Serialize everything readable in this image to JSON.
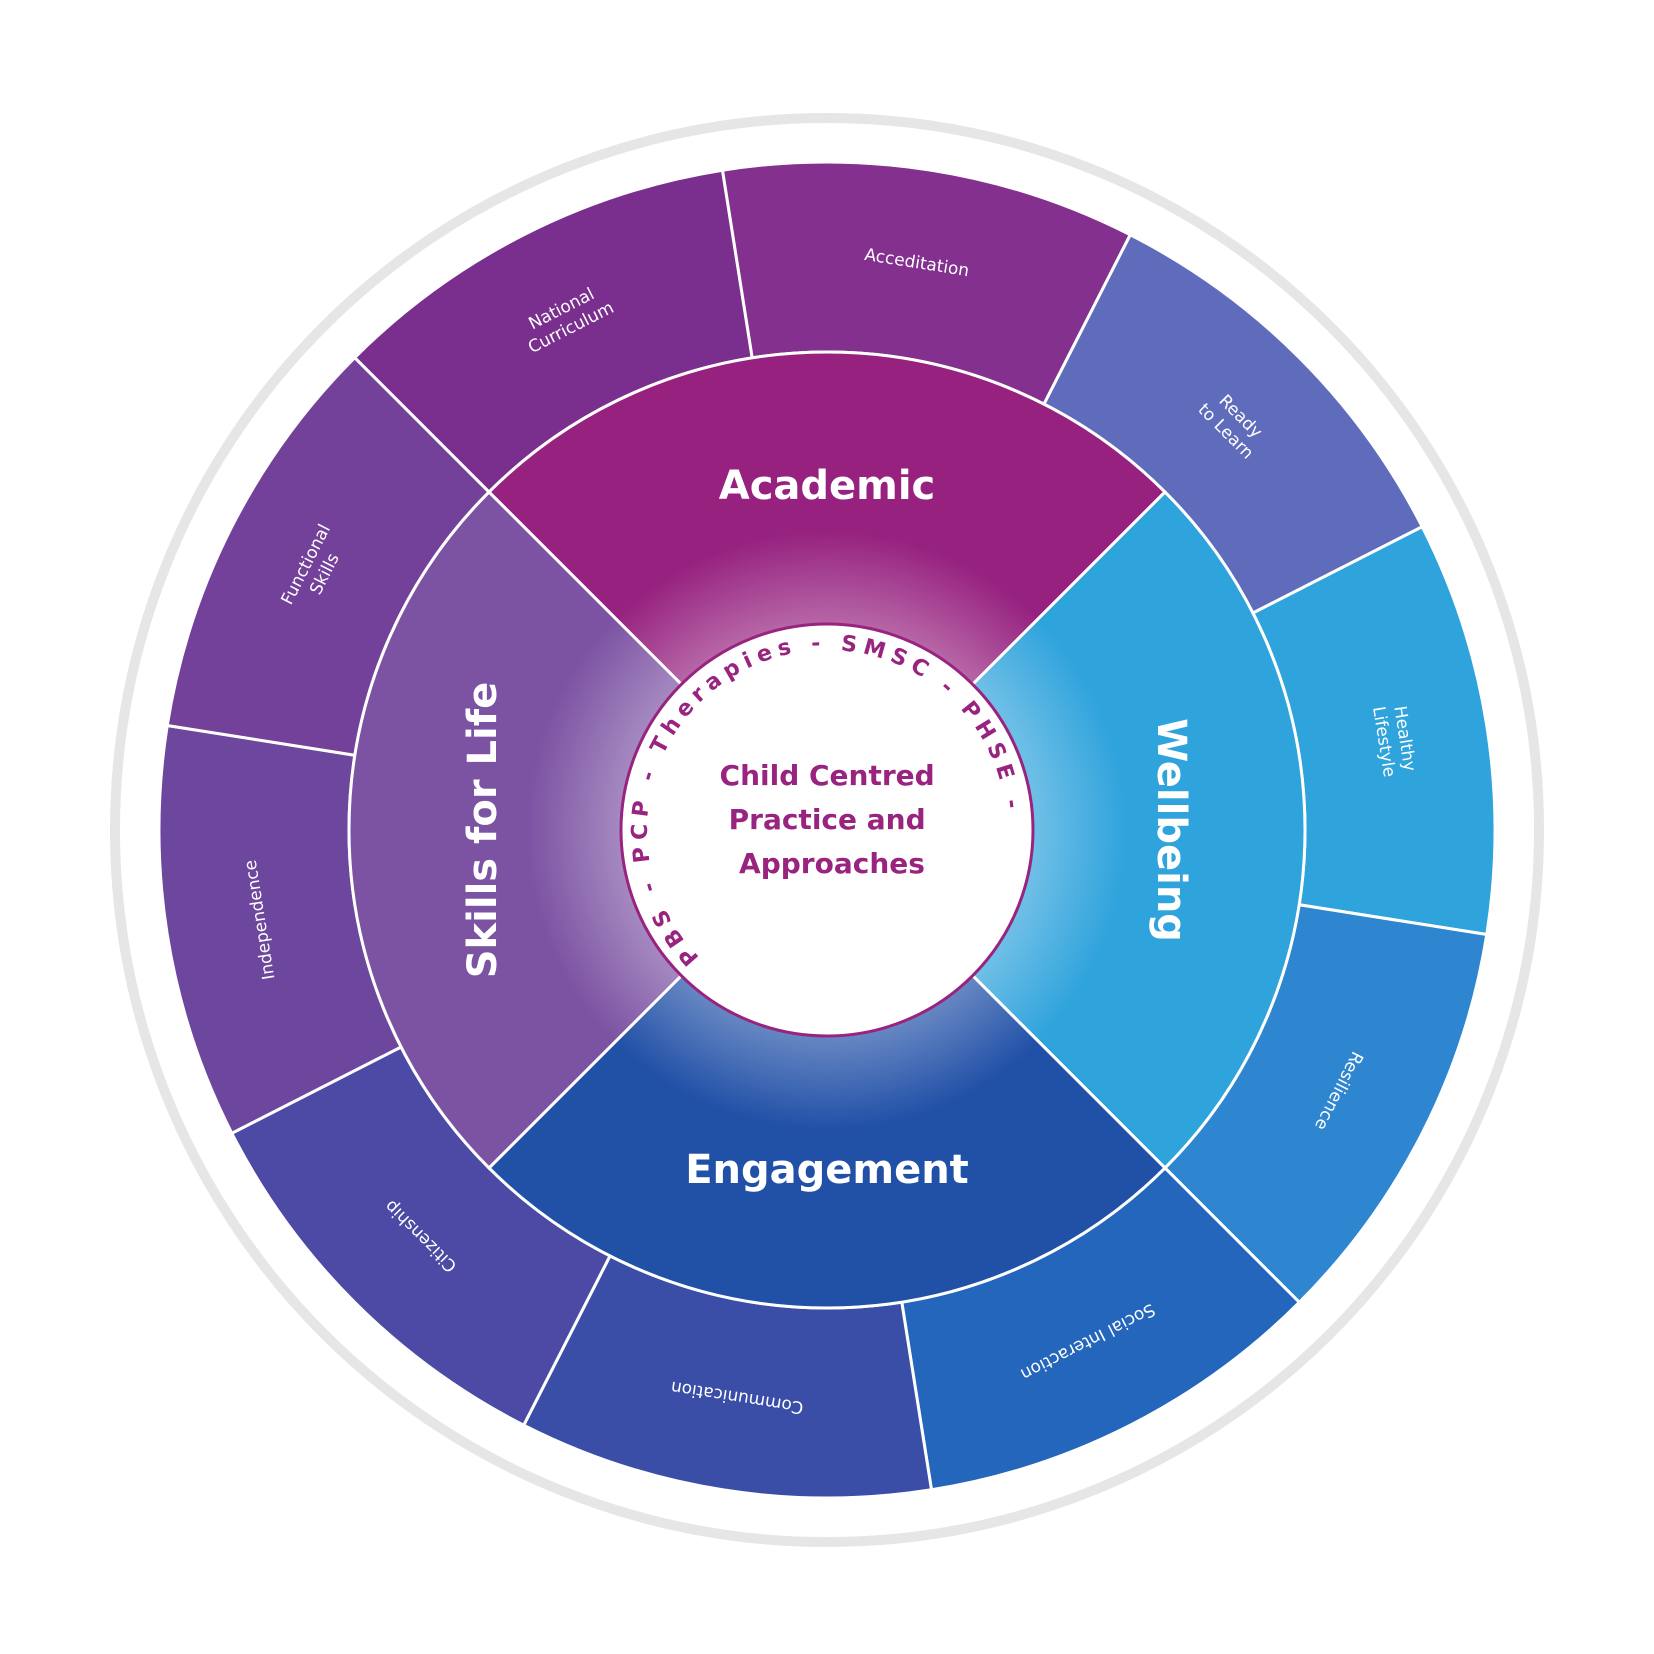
{
  "wheel": {
    "center": {
      "lines": [
        "Child Centred",
        "Practice and",
        "Approaches"
      ]
    },
    "ring_text": "PBS  -  PCP  -  Therapies  -  SMSC  -  PHSE  -",
    "middle": [
      {
        "label": "Academic",
        "color": "#96217f"
      },
      {
        "label": "Wellbeing",
        "color": "#2fa3dc"
      },
      {
        "label": "Engagement",
        "color": "#2150a7"
      },
      {
        "label": "Skills for Life",
        "color": "#7c53a3"
      }
    ],
    "outer": [
      {
        "label": "National Curriculum",
        "lines": [
          "National",
          "Curriculum"
        ]
      },
      {
        "label": "Acceditation",
        "lines": [
          "Acceditation"
        ]
      },
      {
        "label": "Ready to Learn",
        "lines": [
          "Ready",
          "to Learn"
        ]
      },
      {
        "label": "Healthy Lifestyle",
        "lines": [
          "Healthy",
          "Lifestyle"
        ]
      },
      {
        "label": "Resilience",
        "lines": [
          "Resilience"
        ]
      },
      {
        "label": "Social Interaction",
        "lines": [
          "Social Interaction"
        ]
      },
      {
        "label": "Communication",
        "lines": [
          "Communication"
        ]
      },
      {
        "label": "Citizenship",
        "lines": [
          "Citizenship"
        ]
      },
      {
        "label": "Independence",
        "lines": [
          "Independence"
        ]
      },
      {
        "label": "Functional Skills",
        "lines": [
          "Functional",
          "Skills"
        ]
      }
    ],
    "colors": {
      "outer_ring": "#e6e6e6",
      "academic": "#96217f",
      "wellbeing": "#2fa3dc",
      "engagement": "#2150a7",
      "skills": "#7c53a3",
      "accent_text": "#98247f"
    }
  }
}
